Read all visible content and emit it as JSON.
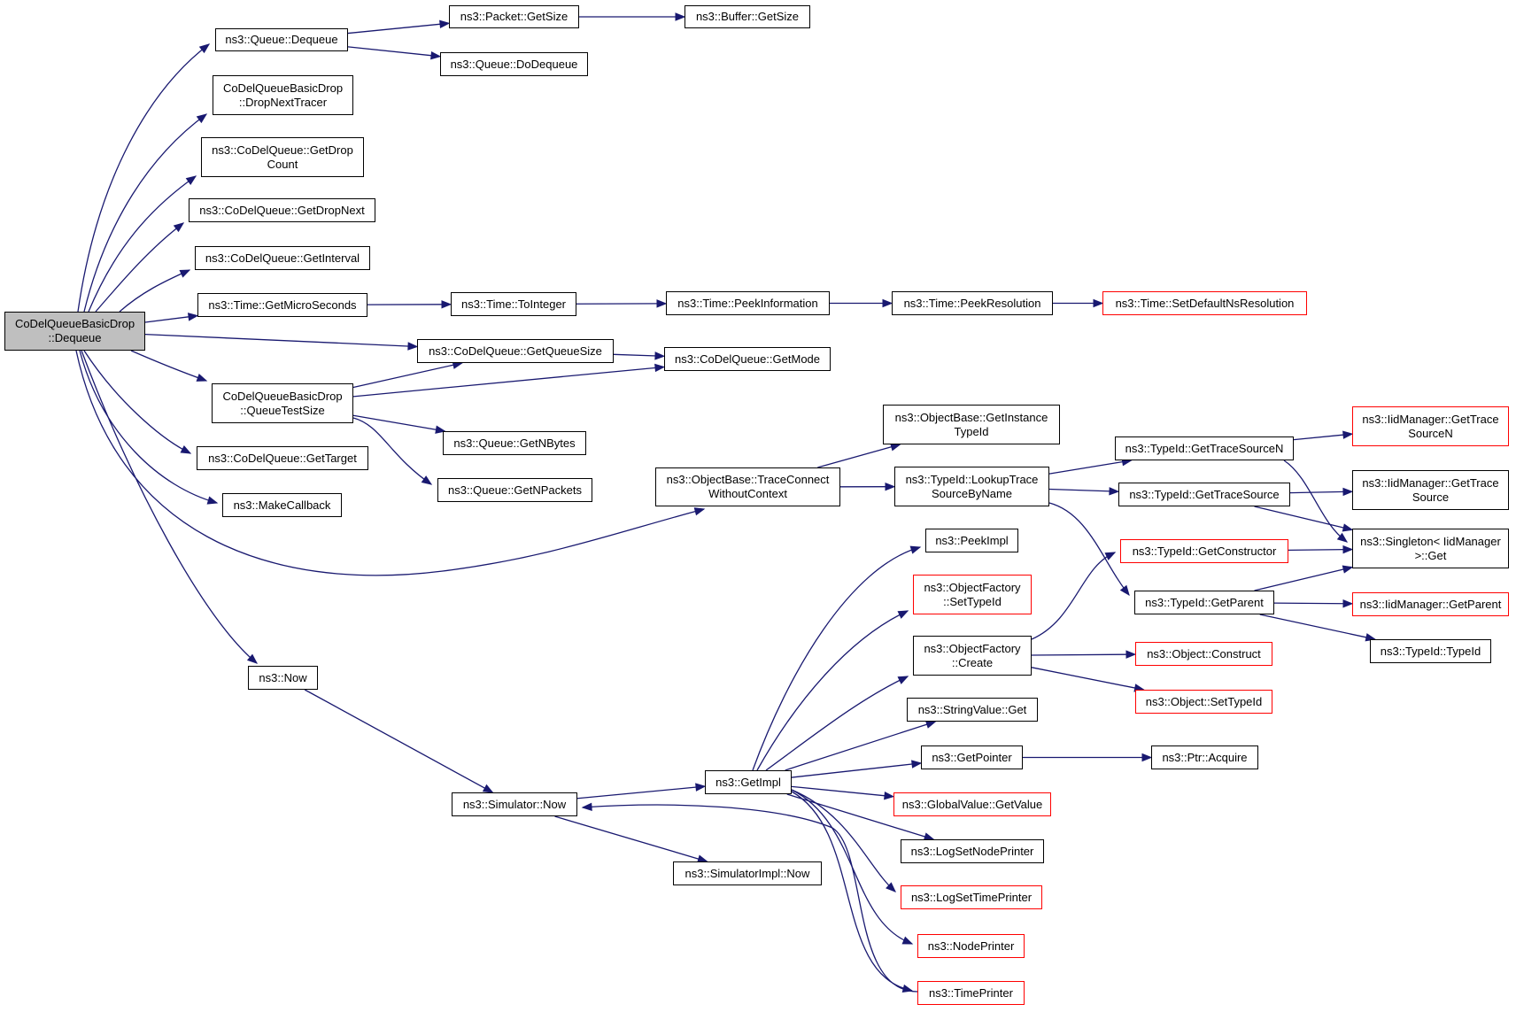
{
  "graph": {
    "colors": {
      "edge": "#191970",
      "root_fill": "#bfbfbf",
      "node_border": "#000000",
      "truncated_border": "#ff0000"
    },
    "nodes": [
      {
        "id": "root",
        "label": "CoDelQueueBasicDrop\n::Dequeue",
        "root": true
      },
      {
        "id": "q_dequeue",
        "label": "ns3::Queue::Dequeue"
      },
      {
        "id": "pkt_getsize",
        "label": "ns3::Packet::GetSize"
      },
      {
        "id": "buf_getsize",
        "label": "ns3::Buffer::GetSize"
      },
      {
        "id": "q_dodequeue",
        "label": "ns3::Queue::DoDequeue"
      },
      {
        "id": "dropnexttracer",
        "label": "CoDelQueueBasicDrop\n::DropNextTracer"
      },
      {
        "id": "getdropcount",
        "label": "ns3::CoDelQueue::GetDrop\nCount"
      },
      {
        "id": "getdropnext",
        "label": "ns3::CoDelQueue::GetDropNext"
      },
      {
        "id": "getinterval",
        "label": "ns3::CoDelQueue::GetInterval"
      },
      {
        "id": "getmicro",
        "label": "ns3::Time::GetMicroSeconds"
      },
      {
        "id": "tointeger",
        "label": "ns3::Time::ToInteger"
      },
      {
        "id": "peekinfo",
        "label": "ns3::Time::PeekInformation"
      },
      {
        "id": "peekres",
        "label": "ns3::Time::PeekResolution"
      },
      {
        "id": "setdefres",
        "label": "ns3::Time::SetDefaultNsResolution",
        "truncated": true
      },
      {
        "id": "getqueuesize",
        "label": "ns3::CoDelQueue::GetQueueSize"
      },
      {
        "id": "getmode",
        "label": "ns3::CoDelQueue::GetMode"
      },
      {
        "id": "queuetestsize",
        "label": "CoDelQueueBasicDrop\n::QueueTestSize"
      },
      {
        "id": "getnbytes",
        "label": "ns3::Queue::GetNBytes"
      },
      {
        "id": "getnpackets",
        "label": "ns3::Queue::GetNPackets"
      },
      {
        "id": "gettarget",
        "label": "ns3::CoDelQueue::GetTarget"
      },
      {
        "id": "makecallback",
        "label": "ns3::MakeCallback"
      },
      {
        "id": "traceconnect",
        "label": "ns3::ObjectBase::TraceConnect\nWithoutContext"
      },
      {
        "id": "getinstancetypeid",
        "label": "ns3::ObjectBase::GetInstance\nTypeId"
      },
      {
        "id": "lookuptrace",
        "label": "ns3::TypeId::LookupTrace\nSourceByName"
      },
      {
        "id": "gettracesourcen",
        "label": "ns3::TypeId::GetTraceSourceN"
      },
      {
        "id": "gettracesource",
        "label": "ns3::TypeId::GetTraceSource"
      },
      {
        "id": "iid_gettracesourcen",
        "label": "ns3::IidManager::GetTrace\nSourceN",
        "truncated": true
      },
      {
        "id": "iid_gettracesource",
        "label": "ns3::IidManager::GetTrace\nSource"
      },
      {
        "id": "singleton",
        "label": "ns3::Singleton< IidManager\n>::Get"
      },
      {
        "id": "getconstructor",
        "label": "ns3::TypeId::GetConstructor",
        "truncated": true
      },
      {
        "id": "getparent",
        "label": "ns3::TypeId::GetParent"
      },
      {
        "id": "iid_getparent",
        "label": "ns3::IidManager::GetParent",
        "truncated": true
      },
      {
        "id": "typeid_typeid",
        "label": "ns3::TypeId::TypeId"
      },
      {
        "id": "peekimpl",
        "label": "ns3::PeekImpl"
      },
      {
        "id": "of_settypeid",
        "label": "ns3::ObjectFactory\n::SetTypeId",
        "truncated": true
      },
      {
        "id": "of_create",
        "label": "ns3::ObjectFactory\n::Create"
      },
      {
        "id": "obj_construct",
        "label": "ns3::Object::Construct",
        "truncated": true
      },
      {
        "id": "obj_settypeid",
        "label": "ns3::Object::SetTypeId",
        "truncated": true
      },
      {
        "id": "stringvalue_get",
        "label": "ns3::StringValue::Get"
      },
      {
        "id": "getpointer",
        "label": "ns3::GetPointer"
      },
      {
        "id": "ptr_acquire",
        "label": "ns3::Ptr::Acquire"
      },
      {
        "id": "now",
        "label": "ns3::Now"
      },
      {
        "id": "sim_now",
        "label": "ns3::Simulator::Now"
      },
      {
        "id": "getimpl",
        "label": "ns3::GetImpl"
      },
      {
        "id": "globalvalue_getvalue",
        "label": "ns3::GlobalValue::GetValue",
        "truncated": true
      },
      {
        "id": "logsetnodeprinter",
        "label": "ns3::LogSetNodePrinter"
      },
      {
        "id": "logsettimeprinter",
        "label": "ns3::LogSetTimePrinter",
        "truncated": true
      },
      {
        "id": "nodeprinter",
        "label": "ns3::NodePrinter",
        "truncated": true
      },
      {
        "id": "timeprinter",
        "label": "ns3::TimePrinter",
        "truncated": true
      },
      {
        "id": "simimpl_now",
        "label": "ns3::SimulatorImpl::Now"
      }
    ],
    "edges": [
      {
        "from": "root",
        "to": "q_dequeue"
      },
      {
        "from": "q_dequeue",
        "to": "pkt_getsize"
      },
      {
        "from": "pkt_getsize",
        "to": "buf_getsize"
      },
      {
        "from": "q_dequeue",
        "to": "q_dodequeue"
      },
      {
        "from": "root",
        "to": "dropnexttracer"
      },
      {
        "from": "root",
        "to": "getdropcount"
      },
      {
        "from": "root",
        "to": "getdropnext"
      },
      {
        "from": "root",
        "to": "getinterval"
      },
      {
        "from": "root",
        "to": "getmicro"
      },
      {
        "from": "getmicro",
        "to": "tointeger"
      },
      {
        "from": "tointeger",
        "to": "peekinfo"
      },
      {
        "from": "peekinfo",
        "to": "peekres"
      },
      {
        "from": "peekres",
        "to": "setdefres"
      },
      {
        "from": "root",
        "to": "getqueuesize"
      },
      {
        "from": "getqueuesize",
        "to": "getmode"
      },
      {
        "from": "root",
        "to": "queuetestsize"
      },
      {
        "from": "queuetestsize",
        "to": "getqueuesize"
      },
      {
        "from": "queuetestsize",
        "to": "getmode"
      },
      {
        "from": "queuetestsize",
        "to": "getnbytes"
      },
      {
        "from": "queuetestsize",
        "to": "getnpackets"
      },
      {
        "from": "root",
        "to": "gettarget"
      },
      {
        "from": "root",
        "to": "makecallback"
      },
      {
        "from": "root",
        "to": "traceconnect"
      },
      {
        "from": "traceconnect",
        "to": "getinstancetypeid"
      },
      {
        "from": "traceconnect",
        "to": "lookuptrace"
      },
      {
        "from": "lookuptrace",
        "to": "gettracesourcen"
      },
      {
        "from": "lookuptrace",
        "to": "gettracesource"
      },
      {
        "from": "lookuptrace",
        "to": "getparent"
      },
      {
        "from": "gettracesourcen",
        "to": "iid_gettracesourcen"
      },
      {
        "from": "gettracesourcen",
        "to": "singleton"
      },
      {
        "from": "gettracesource",
        "to": "iid_gettracesource"
      },
      {
        "from": "gettracesource",
        "to": "singleton"
      },
      {
        "from": "getconstructor",
        "to": "singleton"
      },
      {
        "from": "getparent",
        "to": "singleton"
      },
      {
        "from": "getparent",
        "to": "iid_getparent"
      },
      {
        "from": "getparent",
        "to": "typeid_typeid"
      },
      {
        "from": "root",
        "to": "now"
      },
      {
        "from": "now",
        "to": "sim_now"
      },
      {
        "from": "sim_now",
        "to": "getimpl"
      },
      {
        "from": "sim_now",
        "to": "simimpl_now"
      },
      {
        "from": "getimpl",
        "to": "peekimpl"
      },
      {
        "from": "getimpl",
        "to": "of_settypeid"
      },
      {
        "from": "getimpl",
        "to": "of_create"
      },
      {
        "from": "of_create",
        "to": "getconstructor"
      },
      {
        "from": "of_create",
        "to": "obj_construct"
      },
      {
        "from": "of_create",
        "to": "obj_settypeid"
      },
      {
        "from": "getimpl",
        "to": "stringvalue_get"
      },
      {
        "from": "getimpl",
        "to": "getpointer"
      },
      {
        "from": "getpointer",
        "to": "ptr_acquire"
      },
      {
        "from": "getimpl",
        "to": "globalvalue_getvalue"
      },
      {
        "from": "getimpl",
        "to": "logsetnodeprinter"
      },
      {
        "from": "getimpl",
        "to": "logsettimeprinter"
      },
      {
        "from": "getimpl",
        "to": "nodeprinter"
      },
      {
        "from": "getimpl",
        "to": "timeprinter"
      },
      {
        "from": "timeprinter",
        "to": "sim_now"
      }
    ]
  }
}
